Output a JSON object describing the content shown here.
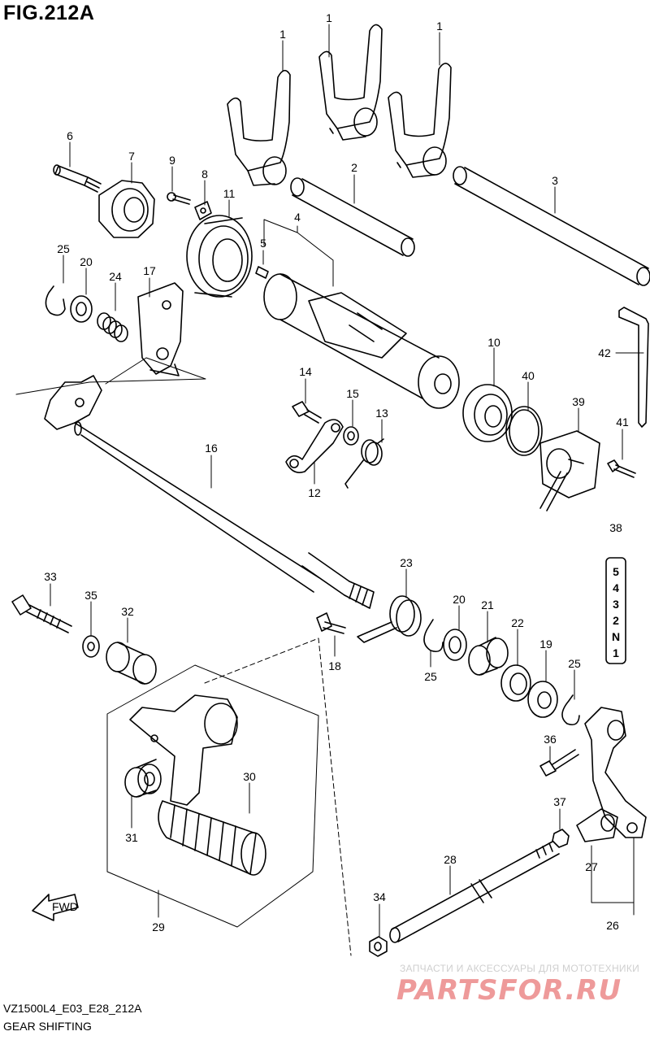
{
  "title": "FIG.212A",
  "footer": {
    "code": "VZ1500L4_E03_E28_212A",
    "name": "GEAR SHIFTING"
  },
  "watermark": {
    "line1": "ЗАПЧАСТИ И АКСЕССУАРЫ ДЛЯ МОТОТЕХНИКИ",
    "line2": "PARTSFOR.RU"
  },
  "fwd_label": "FWD",
  "gear_indicator": [
    "5",
    "4",
    "3",
    "2",
    "N",
    "1"
  ],
  "callouts": [
    "1",
    "1",
    "1",
    "2",
    "3",
    "4",
    "5",
    "6",
    "7",
    "8",
    "9",
    "10",
    "11",
    "12",
    "13",
    "14",
    "15",
    "16",
    "17",
    "18",
    "19",
    "20",
    "20",
    "21",
    "22",
    "23",
    "24",
    "25",
    "25",
    "25",
    "26",
    "27",
    "28",
    "29",
    "30",
    "31",
    "32",
    "33",
    "34",
    "35",
    "36",
    "37",
    "38",
    "39",
    "40",
    "41",
    "42"
  ]
}
